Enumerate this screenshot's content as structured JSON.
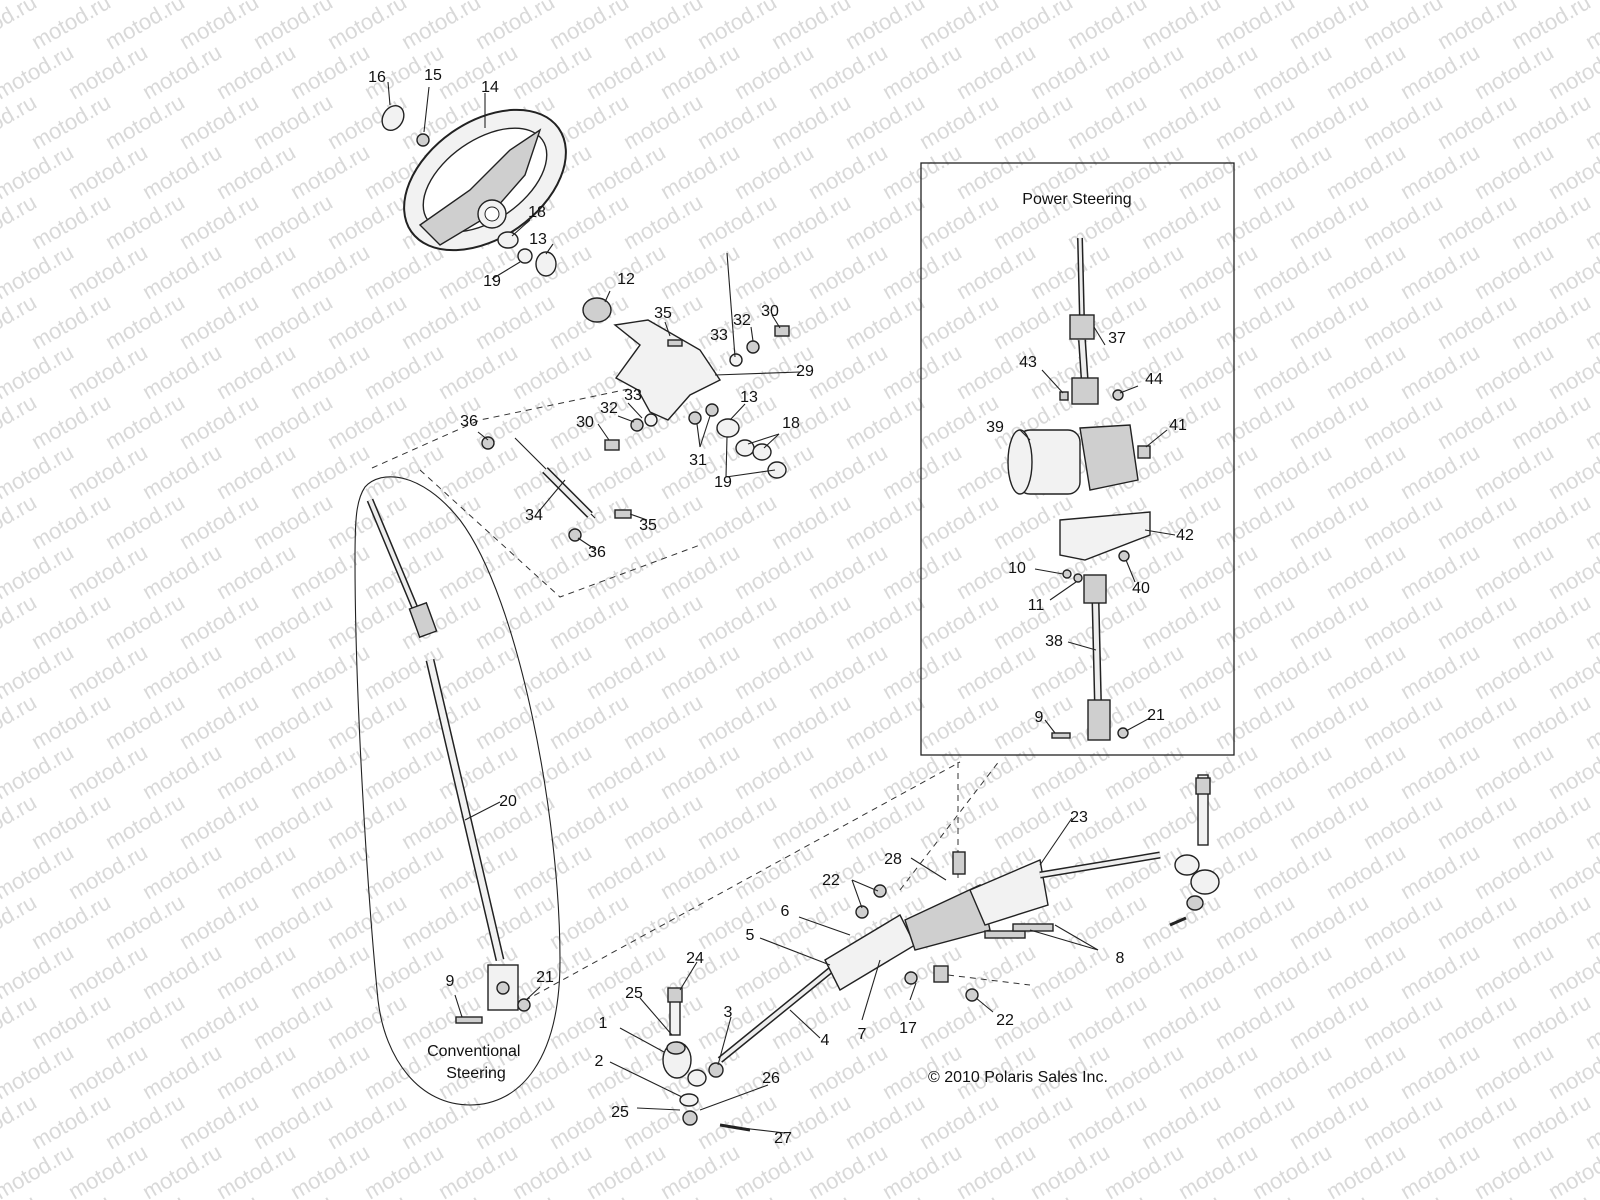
{
  "watermark": {
    "text": "motod.ru"
  },
  "labels": {
    "power_steering": "Power Steering",
    "conventional_line1": "Conventional",
    "conventional_line2": "Steering",
    "copyright": "© 2010 Polaris Sales Inc."
  },
  "callouts": [
    "16",
    "15",
    "14",
    "18",
    "13",
    "19",
    "12",
    "35",
    "33",
    "32",
    "30",
    "29",
    "33",
    "32",
    "30",
    "31",
    "13",
    "18",
    "19",
    "36",
    "34",
    "35",
    "36",
    "37",
    "43",
    "44",
    "39",
    "41",
    "42",
    "10",
    "40",
    "11",
    "38",
    "9",
    "21",
    "20",
    "23",
    "28",
    "22",
    "6",
    "5",
    "8",
    "24",
    "25",
    "3",
    "1",
    "4",
    "7",
    "17",
    "22",
    "2",
    "26",
    "25",
    "27",
    "9",
    "21"
  ]
}
